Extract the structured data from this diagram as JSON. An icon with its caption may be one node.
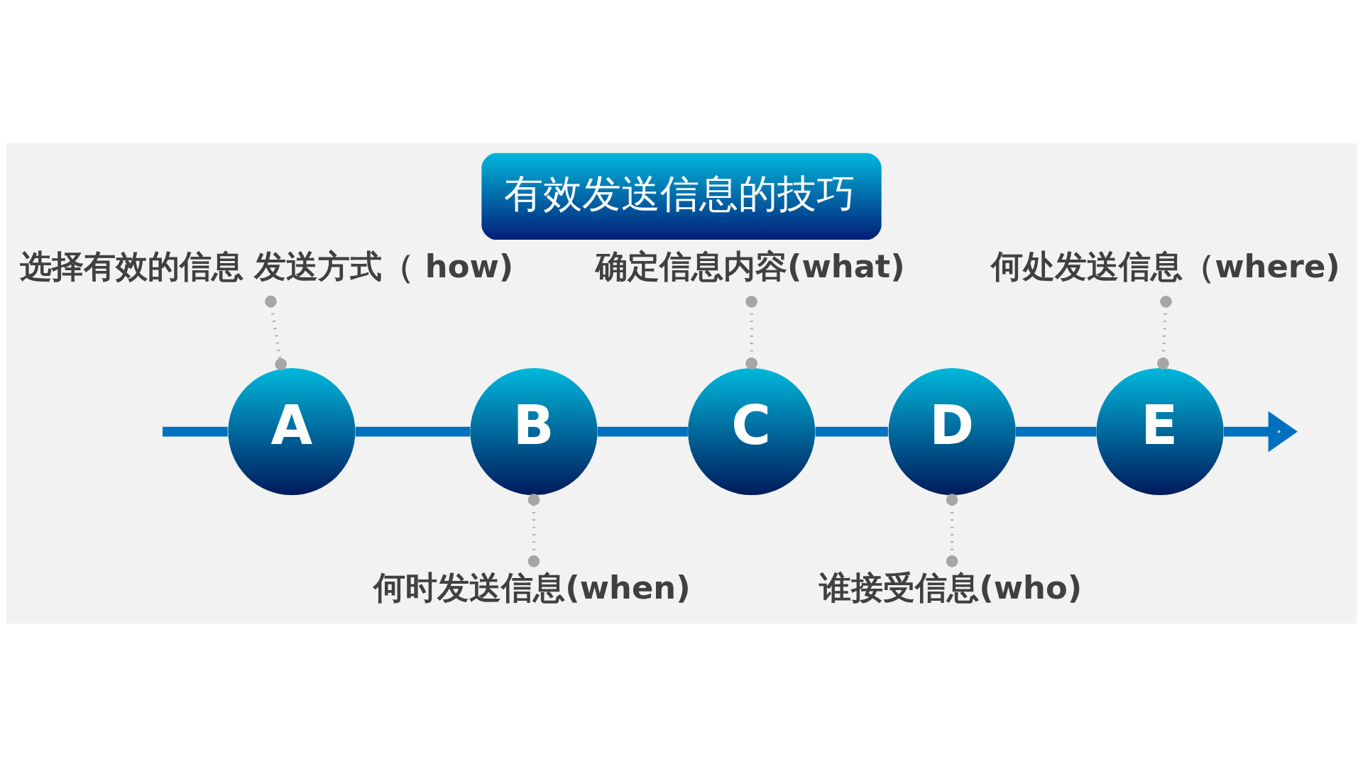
{
  "diagram": {
    "title": "有效发送信息的技巧",
    "nodes": [
      {
        "text": [
          "选择有效的信息 发送方式（ how)"
        ]
      },
      {
        "text": [
          "确定信息内容(what)"
        ]
      },
      {
        "text": [
          "何处发送信息（where)"
        ]
      },
      {
        "text": [
          "A"
        ]
      },
      {
        "text": [
          "B"
        ]
      },
      {
        "text": [
          "C"
        ]
      },
      {
        "text": [
          "D"
        ]
      },
      {
        "text": [
          "E"
        ]
      },
      {
        "text": [
          "何时发送信息(when)"
        ]
      },
      {
        "text": [
          "谁接受信息(who)"
        ]
      }
    ],
    "edges": [
      {
        "from": 0,
        "to": 3,
        "arrow": "other",
        "style": "dashed",
        "color": "#a6a6a6"
      },
      {
        "from": 1,
        "to": 5,
        "arrow": "other",
        "style": "dashed",
        "color": "#a6a6a6"
      },
      {
        "from": 2,
        "to": 7,
        "arrow": "other",
        "style": "dashed",
        "color": "#a6a6a6"
      },
      {
        "from": 4,
        "to": 8,
        "arrow": "other",
        "style": "dashed",
        "color": "#a6a6a6"
      },
      {
        "from": 6,
        "to": 9,
        "arrow": "other",
        "style": "dashed",
        "color": "#a6a6a6"
      },
      {
        "from": null,
        "to": 3,
        "arrow": "none"
      },
      {
        "from": 3,
        "to": 4,
        "arrow": "none"
      },
      {
        "from": 4,
        "to": 5,
        "arrow": "none"
      },
      {
        "from": 5,
        "to": 6,
        "arrow": "none"
      },
      {
        "from": 6,
        "to": 7,
        "arrow": "none"
      },
      {
        "from": 7,
        "to": null,
        "arrow": "to"
      }
    ]
  }
}
